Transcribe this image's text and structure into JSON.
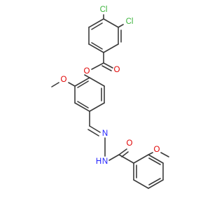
{
  "molecule": {
    "atoms": {
      "cl_top": {
        "text": "Cl",
        "color": "#3cb43c"
      },
      "cl_right": {
        "text": "Cl",
        "color": "#3cb43c"
      },
      "o_carbonyl_ester": {
        "text": "O",
        "color": "#e00000"
      },
      "o_ester": {
        "text": "O",
        "color": "#e00000"
      },
      "o_methoxy_left": {
        "text": "O",
        "color": "#e00000"
      },
      "n_imine": {
        "text": "N",
        "color": "#2020ff"
      },
      "nh_amide_n": {
        "text": "N",
        "color": "#2020ff"
      },
      "nh_amide_h": {
        "text": "H",
        "color": "#2020ff"
      },
      "o_amide": {
        "text": "O",
        "color": "#e00000"
      },
      "o_methoxy_bottom": {
        "text": "O",
        "color": "#e00000"
      }
    },
    "bond_color": "#3c3c3c"
  }
}
